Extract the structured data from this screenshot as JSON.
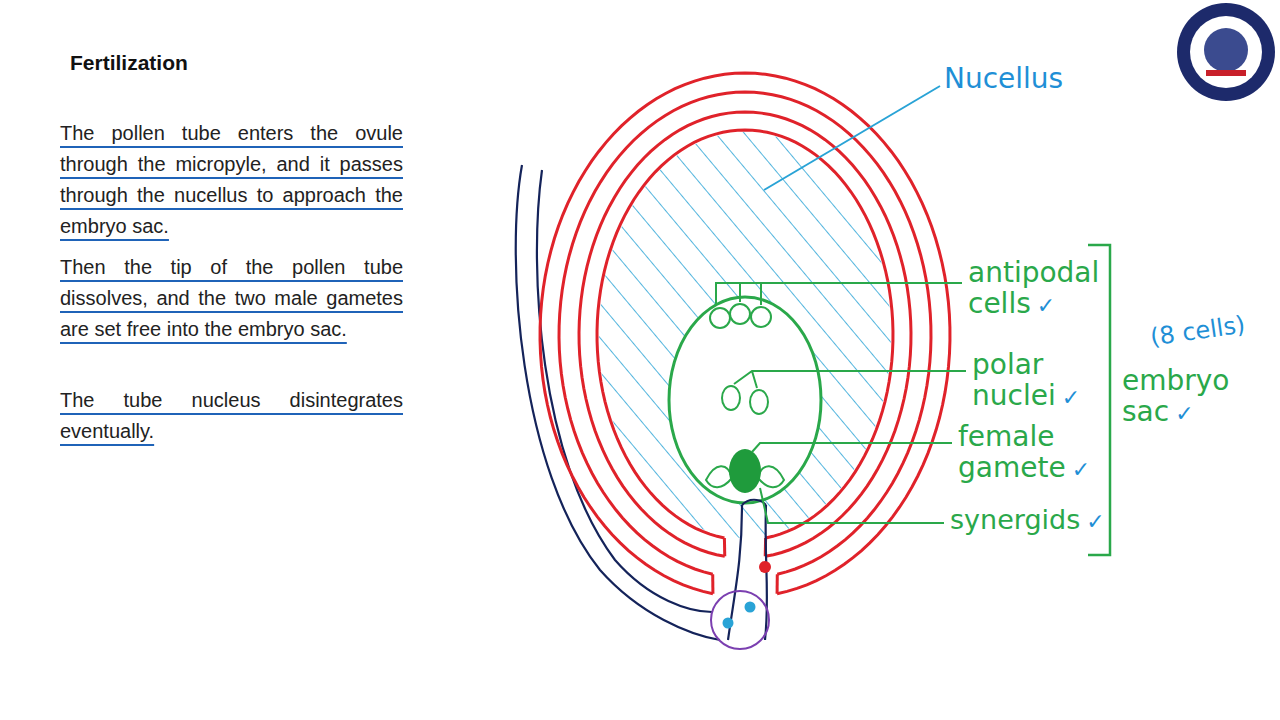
{
  "diagram": {
    "title": "Fertilization",
    "labels": [
      "The pollen tube enters the ovule through the micropyle, and it passes through the nucellus to approach the embryo sac.",
      "Then the tip of the pollen tube dissolves, and the two male gametes are set free into the embryo sac.",
      "The tube nucleus disintegrates eventually.",
      "Nucellus",
      "antipodal cells",
      "✓",
      "polar nuclei",
      "✓",
      "female gamete",
      "✓",
      "synergids",
      "✓",
      "(8 cells)",
      "embryo sac",
      "✓"
    ]
  }
}
